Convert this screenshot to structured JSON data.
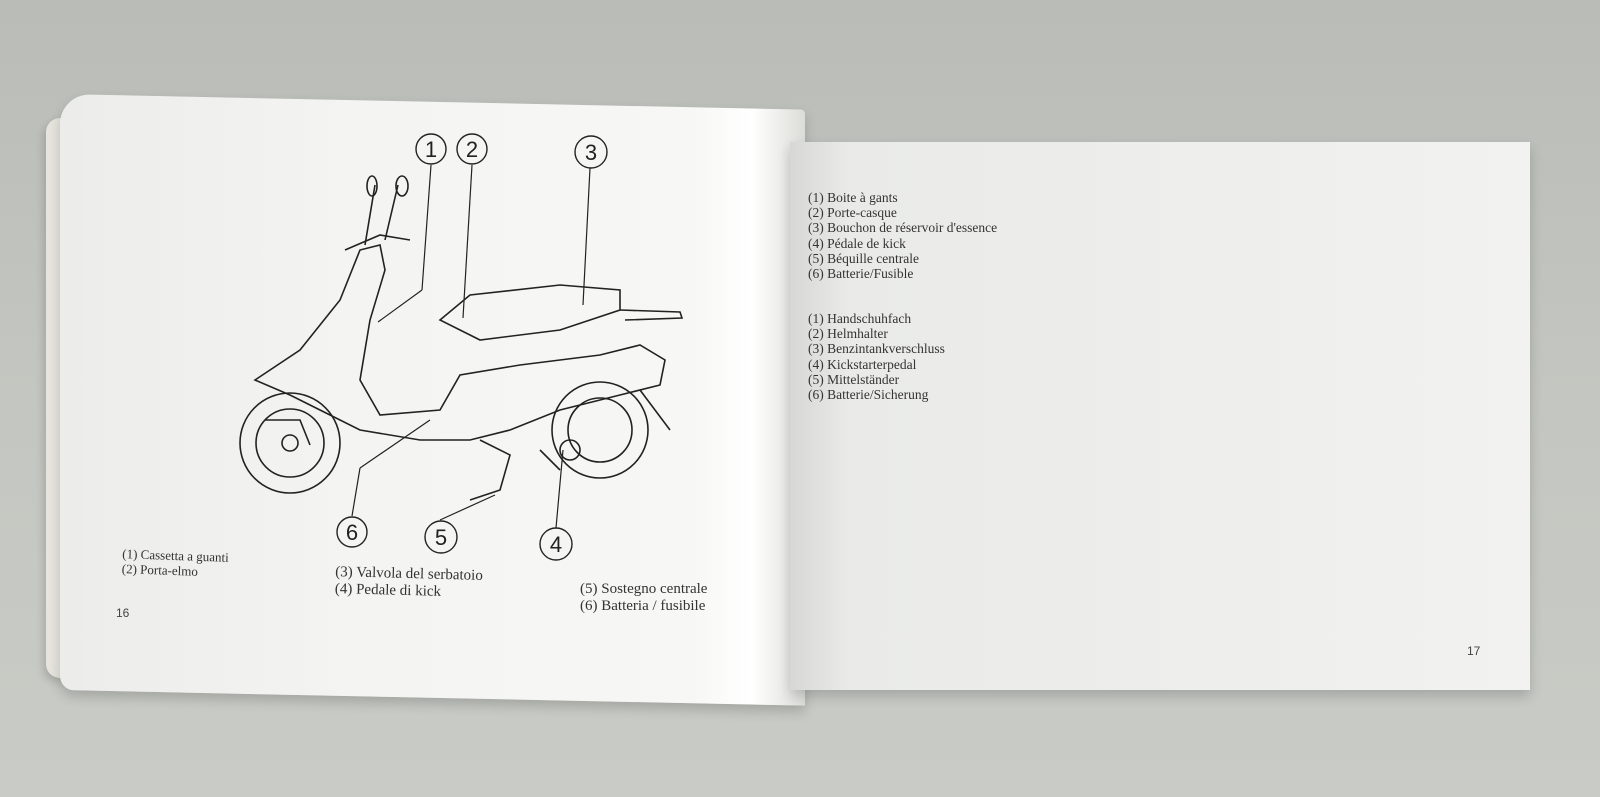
{
  "left_page": {
    "page_number": "16",
    "callouts": [
      "1",
      "2",
      "3",
      "4",
      "5",
      "6"
    ],
    "legend_italian": [
      {
        "num": "(1)",
        "text": "Cassetta a guanti"
      },
      {
        "num": "(2)",
        "text": "Porta-elmo"
      },
      {
        "num": "(3)",
        "text": "Valvola del serbatoio"
      },
      {
        "num": "(4)",
        "text": "Pedale di kick"
      },
      {
        "num": "(5)",
        "text": "Sostegno centrale"
      },
      {
        "num": "(6)",
        "text": "Batteria / fusibile"
      }
    ]
  },
  "right_page": {
    "page_number": "17",
    "legend_french": [
      {
        "num": "(1)",
        "text": "Boite à gants"
      },
      {
        "num": "(2)",
        "text": "Porte-casque"
      },
      {
        "num": "(3)",
        "text": "Bouchon de réservoir d'essence"
      },
      {
        "num": "(4)",
        "text": "Pédale de kick"
      },
      {
        "num": "(5)",
        "text": "Béquille centrale"
      },
      {
        "num": "(6)",
        "text": "Batterie/Fusible"
      }
    ],
    "legend_german": [
      {
        "num": "(1)",
        "text": "Handschuhfach"
      },
      {
        "num": "(2)",
        "text": "Helmhalter"
      },
      {
        "num": "(3)",
        "text": "Benzintankverschluss"
      },
      {
        "num": "(4)",
        "text": "Kickstarterpedal"
      },
      {
        "num": "(5)",
        "text": "Mittelständer"
      },
      {
        "num": "(6)",
        "text": "Batterie/Sicherung"
      }
    ]
  }
}
